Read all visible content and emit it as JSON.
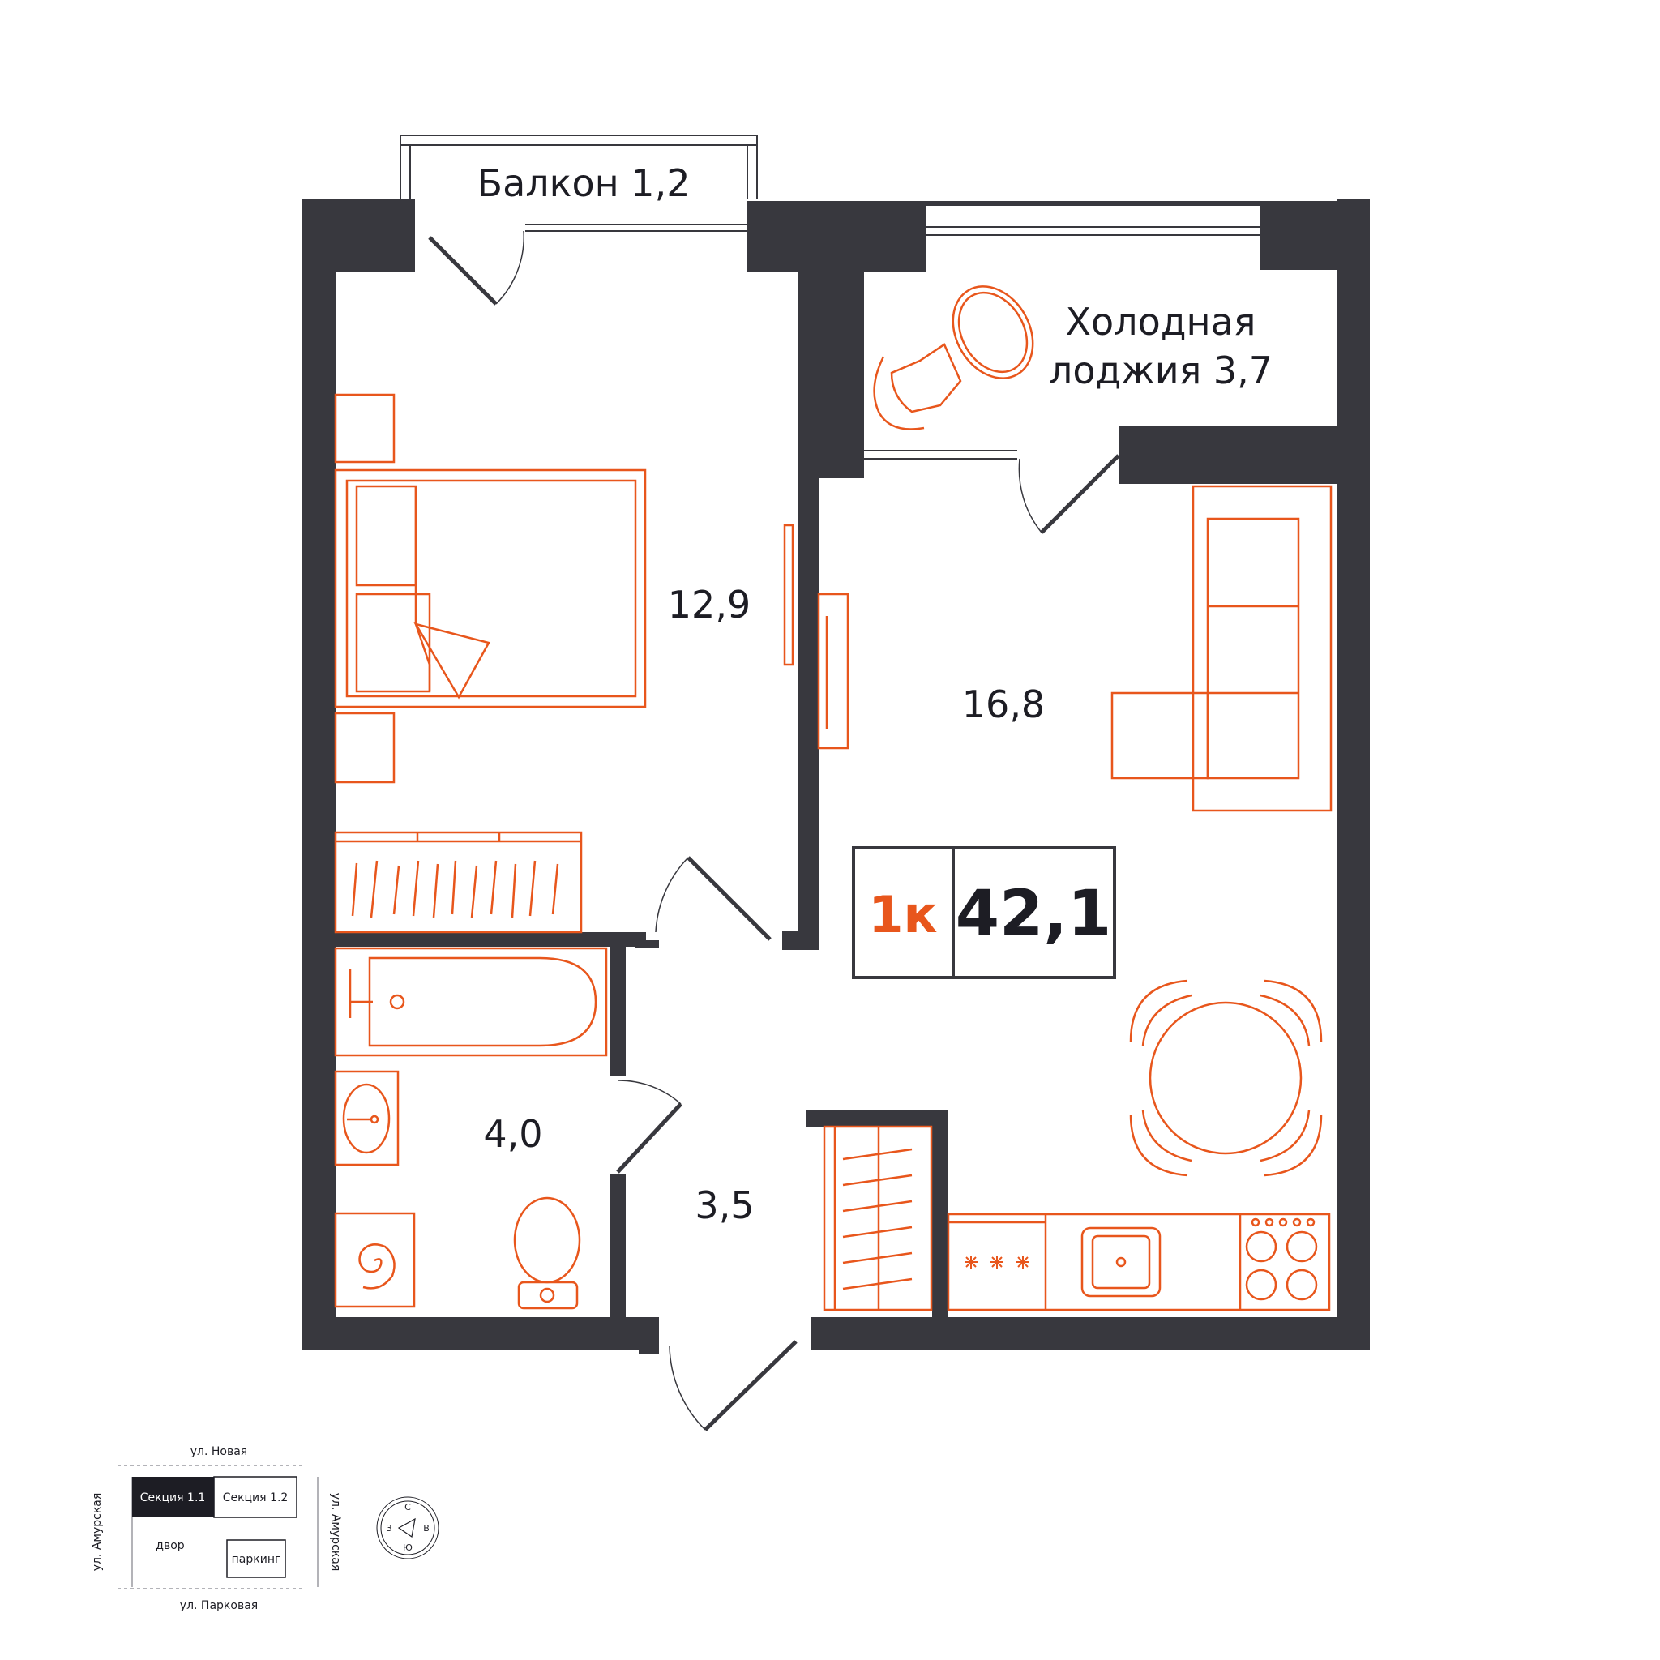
{
  "rooms": {
    "balcony": "Балкон 1,2",
    "loggia_line1": "Холодная",
    "loggia_line2": "лоджия 3,7",
    "bedroom": "12,9",
    "living": "16,8",
    "bathroom": "4,0",
    "hall": "3,5"
  },
  "badge": {
    "rooms": "1к",
    "area": "42,1"
  },
  "site_map": {
    "street_top": "ул. Новая",
    "street_bottom": "ул. Парковая",
    "street_left": "ул. Амурская",
    "street_right": "ул. Амурская",
    "section_active": "Секция 1.1",
    "section_other": "Секция 1.2",
    "yard": "двор",
    "parking": "паркинг"
  },
  "compass": {
    "letters": [
      "С",
      "В",
      "Ю",
      "З"
    ]
  },
  "colors": {
    "wall": "#38383e",
    "furniture": "#e8561c",
    "text": "#1d1d24",
    "badge_accent": "#e8561c"
  }
}
